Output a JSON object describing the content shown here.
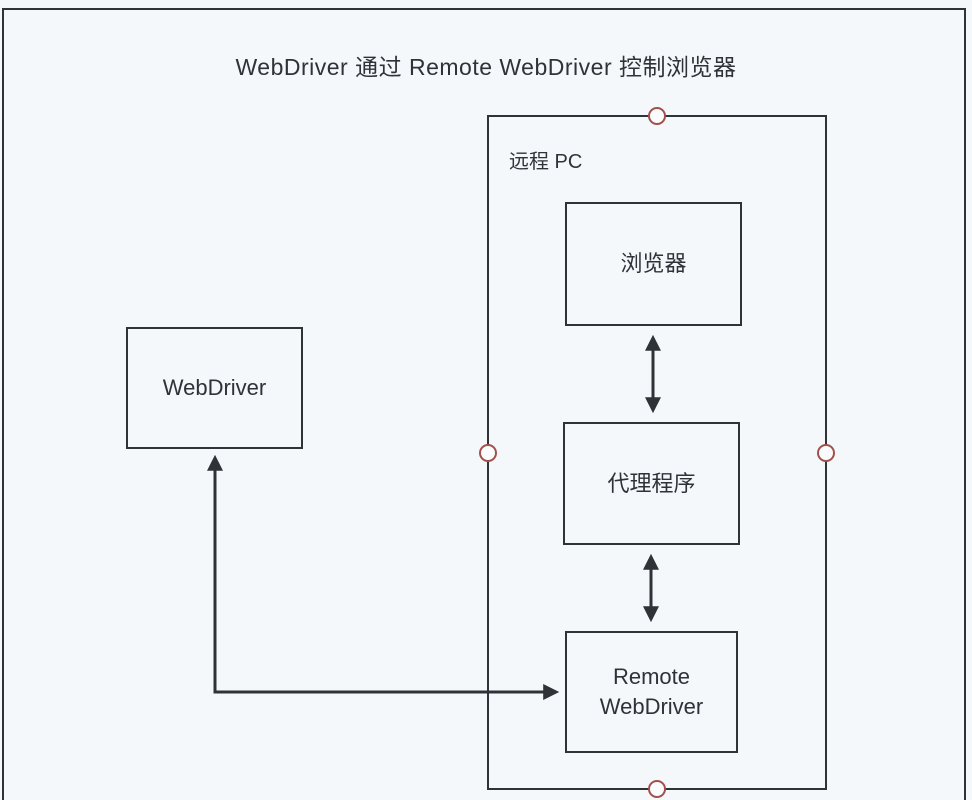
{
  "diagram": {
    "title": "WebDriver 通过 Remote WebDriver 控制浏览器",
    "container": {
      "label": "远程 PC"
    },
    "nodes": {
      "webdriver": {
        "label": "WebDriver"
      },
      "browser": {
        "label": "浏览器"
      },
      "proxy": {
        "label": "代理程序"
      },
      "remote_webdriver": {
        "label": "Remote WebDriver"
      }
    },
    "edges": [
      {
        "from": "browser",
        "to": "proxy",
        "type": "bidirectional-arrow"
      },
      {
        "from": "proxy",
        "to": "remote_webdriver",
        "type": "bidirectional-arrow"
      },
      {
        "from": "webdriver",
        "to": "remote_webdriver",
        "type": "bidirectional-elbow-arrow"
      }
    ],
    "colors": {
      "background": "#f5f8fa",
      "line": "#2e3338",
      "text": "#2d3338",
      "anchor_ring": "#a3504d"
    }
  }
}
